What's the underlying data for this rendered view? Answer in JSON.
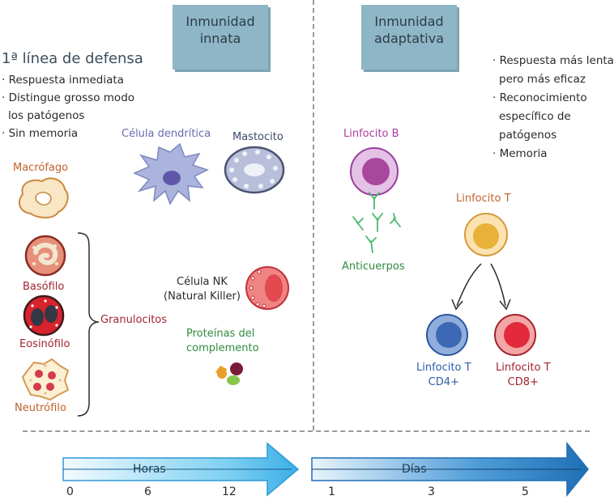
{
  "innate": {
    "title_line1": "Inmunidad",
    "title_line2": "innata",
    "first_line_title": "1ª línea de defensa",
    "bullets": [
      "· Respuesta inmediata",
      "· Distingue grosso modo",
      "  los patógenos",
      "· Sin memoria"
    ],
    "cells": {
      "macrophage": "Macrófago",
      "dendritic": "Célula dendrítica",
      "mast": "Mastocito",
      "basophil": "Basófilo",
      "eosinophil": "Eosinófilo",
      "neutrophil": "Neutrófilo",
      "granulocytes": "Granulocitos",
      "nk_line1": "Célula NK",
      "nk_line2": "(Natural Killer)",
      "complement_line1": "Proteínas del",
      "complement_line2": "complemento"
    }
  },
  "adaptive": {
    "title_line1": "Inmunidad",
    "title_line2": "adaptativa",
    "bullets": [
      "· Respuesta más lenta",
      "pero más eficaz",
      "· Reconocimiento",
      "específico de",
      "patógenos",
      "· Memoria"
    ],
    "cells": {
      "lymph_b": "Linfocito B",
      "antibodies": "Anticuerpos",
      "lymph_t": "Linfocito T",
      "cd4_line1": "Linfocito T",
      "cd4_line2": "CD4+",
      "cd8_line1": "Linfocito T",
      "cd8_line2": "CD8+"
    }
  },
  "timeline": {
    "hours_label": "Horas",
    "days_label": "Días",
    "hours_ticks": [
      "0",
      "6",
      "12"
    ],
    "days_ticks": [
      "1",
      "3",
      "5"
    ]
  },
  "colors": {
    "panel": "#8fb6c6",
    "arrow_light": "#e6f6fd",
    "arrow_mid": "#4fb8e6",
    "arrow_dark": "#1f6fb5"
  }
}
